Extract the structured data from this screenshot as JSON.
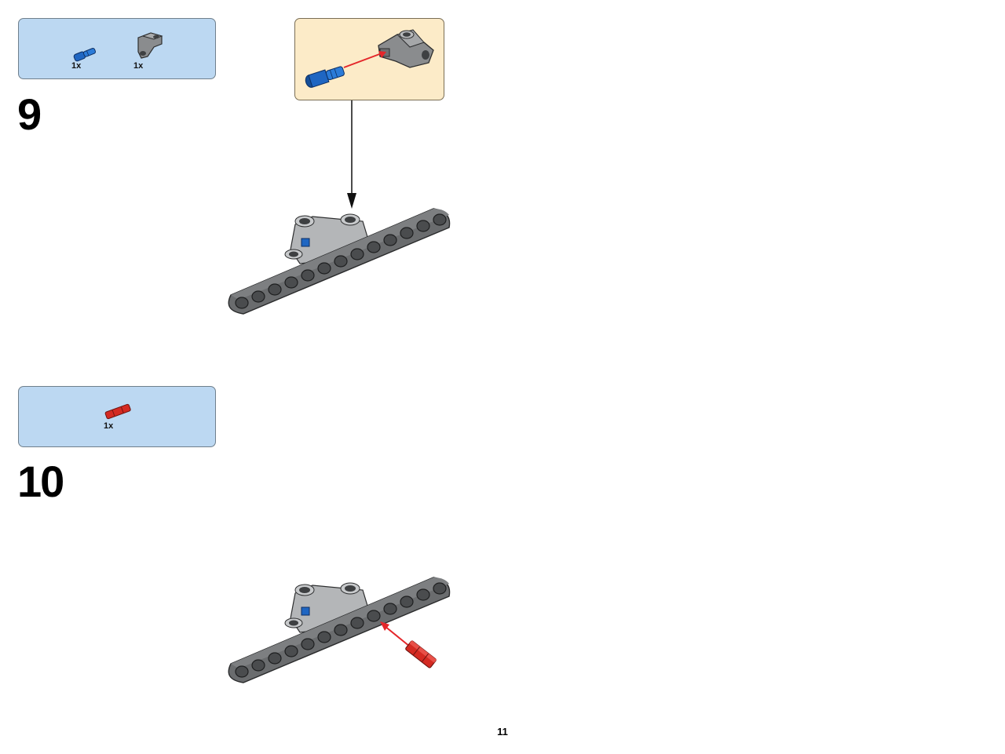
{
  "page": {
    "number": "11"
  },
  "steps": [
    {
      "number": "9",
      "parts": [
        {
          "icon": "blue-pin-icon",
          "quantity": "1x",
          "color": "#1f66c2"
        },
        {
          "icon": "gray-angle-connector-icon",
          "quantity": "1x",
          "color": "#8a8c8e"
        }
      ],
      "subassembly": {
        "shown": true,
        "background": "#fcebc8"
      }
    },
    {
      "number": "10",
      "parts": [
        {
          "icon": "red-axle-pin-icon",
          "quantity": "1x",
          "color": "#d42a22"
        }
      ]
    }
  ],
  "colors": {
    "parts_box": "#bcd8f2",
    "beam": "#6a6c6e",
    "arrow_red": "#e4262a",
    "arrow_black": "#111111"
  }
}
